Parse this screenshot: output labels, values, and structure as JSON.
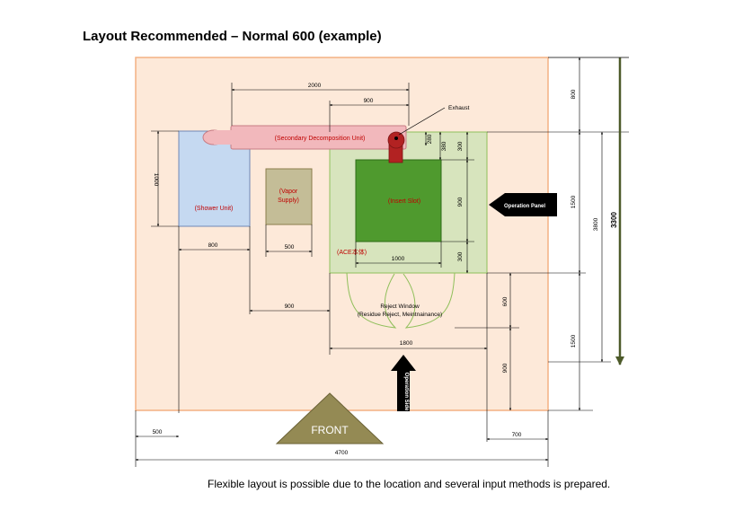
{
  "title": "Layout Recommended – Normal 600 (example)",
  "footer_note": "Flexible layout is possible due to the location and several input methods is prepared.",
  "labels": {
    "secondary_decomposition_unit": "(Secondary Decomposition Unit)",
    "exhaust": "Exhaust",
    "shower_unit": "(Shower Unit)",
    "vapor_supply_line1": "(Vapor",
    "vapor_supply_line2": "Supply)",
    "insert_slot": "(Insert Slot)",
    "ace_body": "(ACE本体)",
    "operation_panel": "Operation Panel",
    "reject_window_line1": "Reject Window",
    "reject_window_line2": "(Residue Reject, Meintnainance)",
    "operation_side": "Operation Side",
    "front": "FRONT"
  },
  "dimensions": {
    "d2000": "2000",
    "d900_top": "900",
    "d280": "280",
    "d380": "380",
    "d300_top": "300",
    "d900_slot": "900",
    "d1000_slot": "1000",
    "d300_bottom": "300",
    "d1000_left": "1000",
    "d800": "800",
    "d500_vapor": "500",
    "d900_mid": "900",
    "d1800": "1800",
    "d600": "600",
    "d900_front": "900",
    "d800_right": "800",
    "d1500_upper": "1500",
    "d1500_lower": "1500",
    "d3800": "3800",
    "d3300": "3300",
    "d500_bottom": "500",
    "d700": "700",
    "d4700": "4700"
  },
  "colors": {
    "room": "#fde9d9",
    "room_border": "#f4b183",
    "shower": "#c5d9f1",
    "vapor": "#c4bd97",
    "secondary": "#f2b8bc",
    "ace_body": "#d7e4bd",
    "insert_slot": "#4f9a2e",
    "front": "#948a54",
    "label_red": "#c00000",
    "ace_label": "#7030a0"
  }
}
